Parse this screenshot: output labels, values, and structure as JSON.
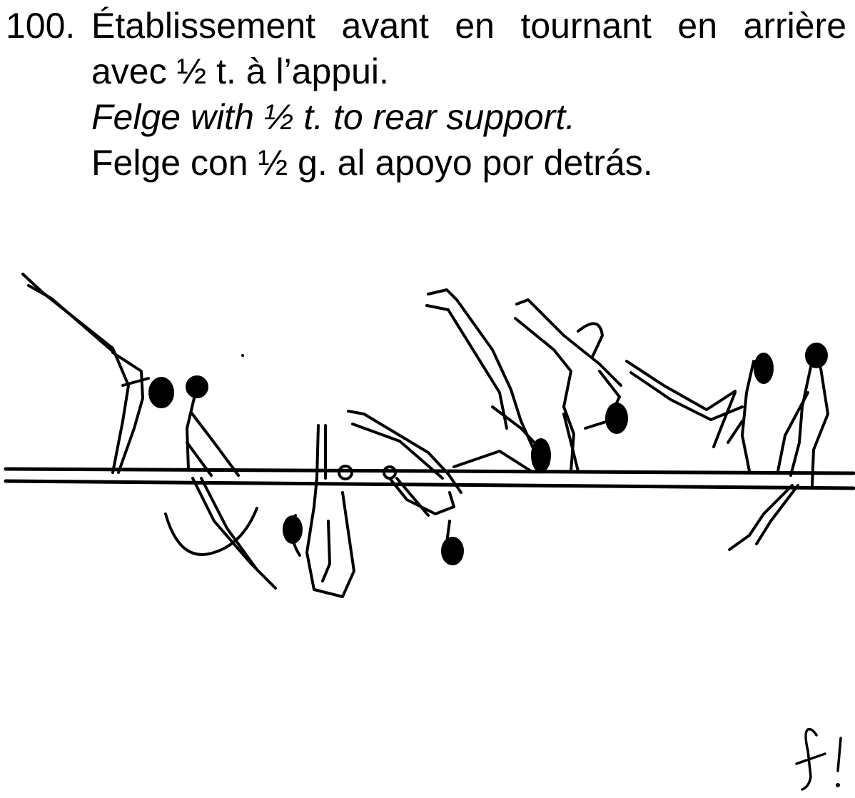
{
  "element": {
    "number": "100.",
    "title_fr": "Établissement avant en tournant en arrière",
    "title_fr_cont": "avec ½ t. à l’appui.",
    "title_en": "Felge with ½ t. to rear support.",
    "title_es": "Felge con ½ g. al apoyo por detrás."
  },
  "illustration": {
    "icon": "gymnast-sequence-drawing",
    "colors": {
      "ink": "#000000",
      "paper": "#ffffff"
    }
  },
  "signature": {
    "icon": "handwritten-initial-mark",
    "text": "f!"
  }
}
